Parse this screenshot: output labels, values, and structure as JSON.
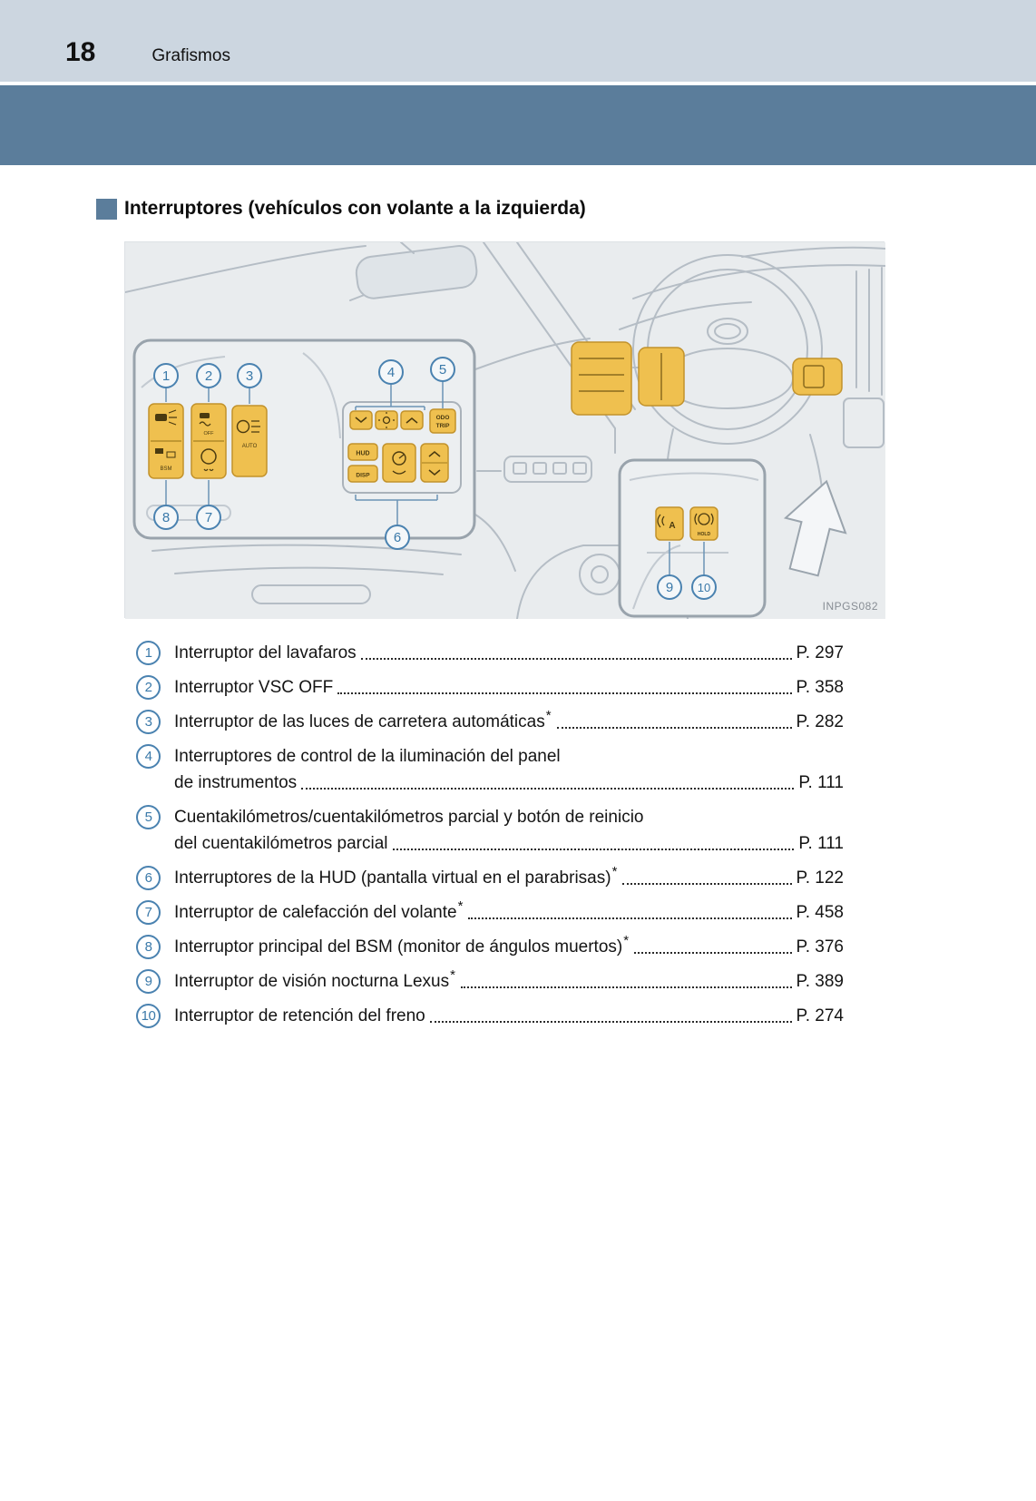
{
  "page": {
    "number": "18",
    "section_title": "Grafismos"
  },
  "heading": {
    "text": "Interruptores (vehículos con volante a la izquierda)"
  },
  "figure": {
    "code": "INPGS082",
    "callouts": {
      "c1": "1",
      "c2": "2",
      "c3": "3",
      "c4": "4",
      "c5": "5",
      "c6": "6",
      "c7": "7",
      "c8": "8",
      "c9": "9",
      "c10": "10"
    },
    "labels": {
      "bsm": "BSM",
      "off": "OFF",
      "auto": "AUTO",
      "odo": "ODO",
      "trip": "TRIP",
      "hud": "HUD",
      "disp": "DISP",
      "hold": "HOLD",
      "night_vision_a": "A"
    }
  },
  "legend": [
    {
      "num": "1",
      "text": "Interruptor del lavafaros",
      "page": "P. 297"
    },
    {
      "num": "2",
      "text": "Interruptor VSC OFF",
      "page": "P. 358"
    },
    {
      "num": "3",
      "text": "Interruptor de las luces de carretera automáticas",
      "star": "*",
      "page": "P. 282"
    },
    {
      "num": "4",
      "text": "Interruptores de control de la iluminación del panel",
      "text2": "de instrumentos",
      "page": "P. 111"
    },
    {
      "num": "5",
      "text": "Cuentakilómetros/cuentakilómetros parcial y botón de reinicio",
      "text2": "del cuentakilómetros parcial",
      "page": "P. 111"
    },
    {
      "num": "6",
      "text": "Interruptores de la HUD (pantalla virtual en el parabrisas)",
      "star": "*",
      "page": "P. 122"
    },
    {
      "num": "7",
      "text": "Interruptor de calefacción del volante",
      "star": "*",
      "page": "P. 458"
    },
    {
      "num": "8",
      "text": "Interruptor principal del BSM (monitor de ángulos muertos)",
      "star": "*",
      "page": "P. 376"
    },
    {
      "num": "9",
      "text": "Interruptor de visión nocturna Lexus",
      "star": "*",
      "page": "P. 389"
    },
    {
      "num": "10",
      "text": "Interruptor de retención del freno",
      "page": "P. 274"
    }
  ],
  "colors": {
    "band": "#5b7d9b",
    "header_bg": "#ccd6e0",
    "callout_blue": "#4a82b0",
    "switch_amber": "#efc04f",
    "figure_bg": "#e9ecee"
  }
}
